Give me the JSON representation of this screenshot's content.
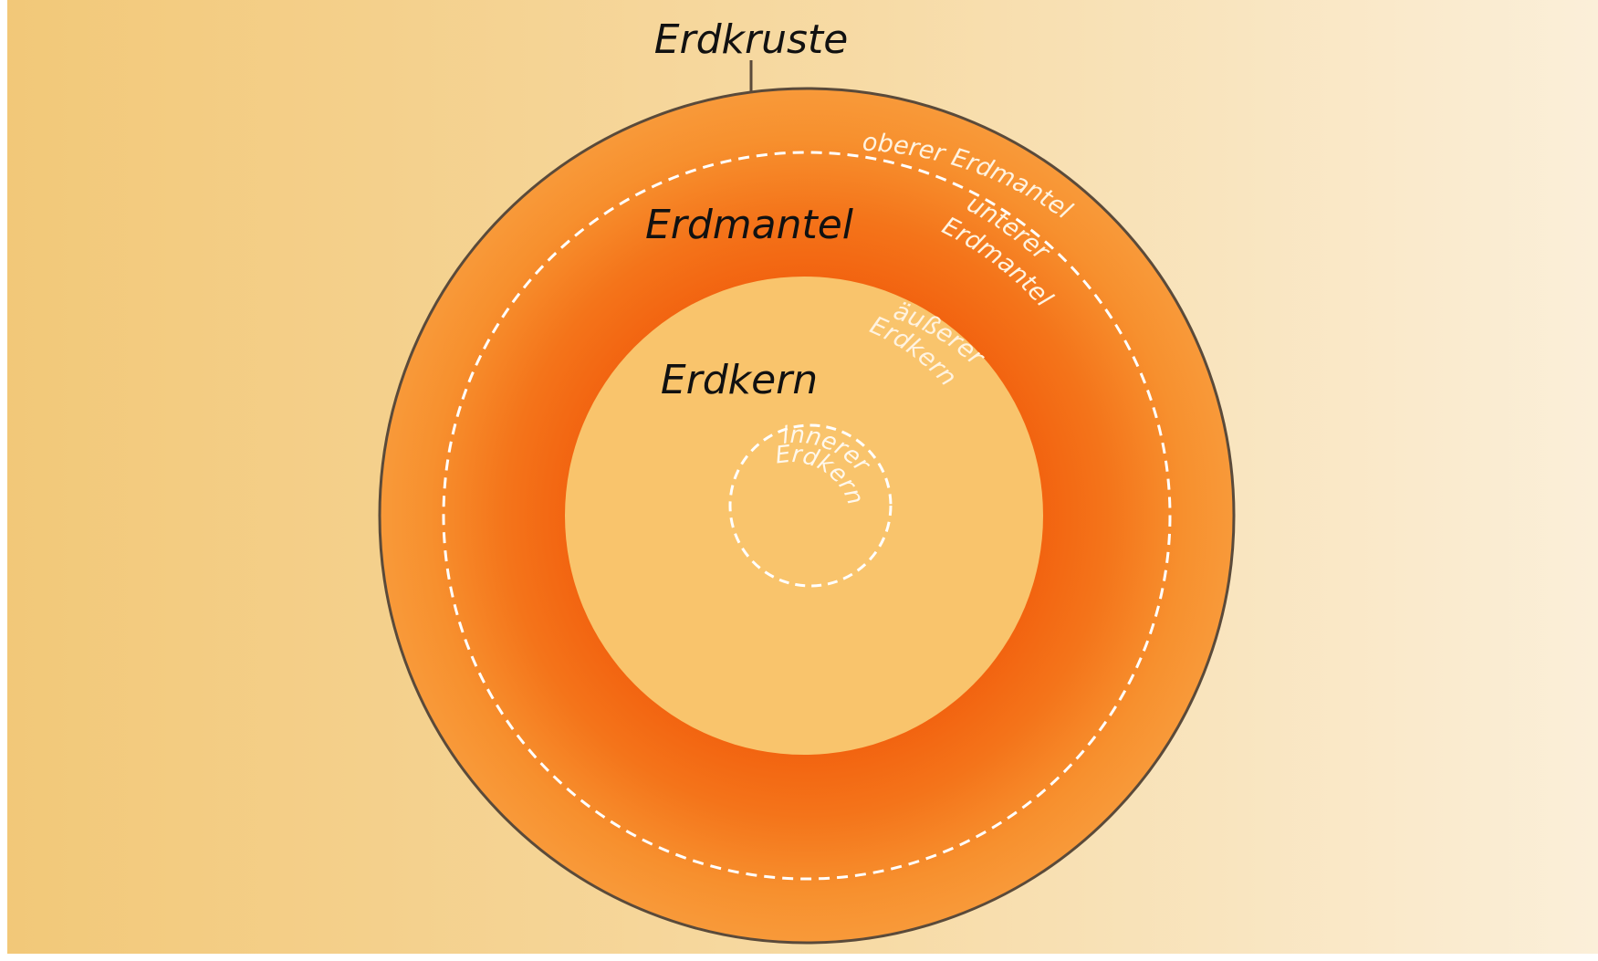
{
  "labels": {
    "crust": "Erdkruste",
    "mantle": "Erdmantel",
    "core": "Erdkern",
    "upper_mantle": "oberer Erdmantel",
    "lower_mantle_line1": "unterer",
    "lower_mantle_line2": "Erdmantel",
    "outer_core_line1": "äußerer",
    "outer_core_line2": "Erdkern",
    "inner_core_line1": "innerer",
    "inner_core_line2": "Erdkern"
  },
  "colors": {
    "background_left": "#f2c878",
    "background_right": "#fbefd9",
    "crust_outline": "#5a4a3a",
    "mantle_outer": "#f7902e",
    "mantle_inner": "#f26a12",
    "core": "#f9c46c",
    "dashed_lines": "#ffffff",
    "text_dark": "#111111",
    "text_light": "#fff3e0"
  }
}
